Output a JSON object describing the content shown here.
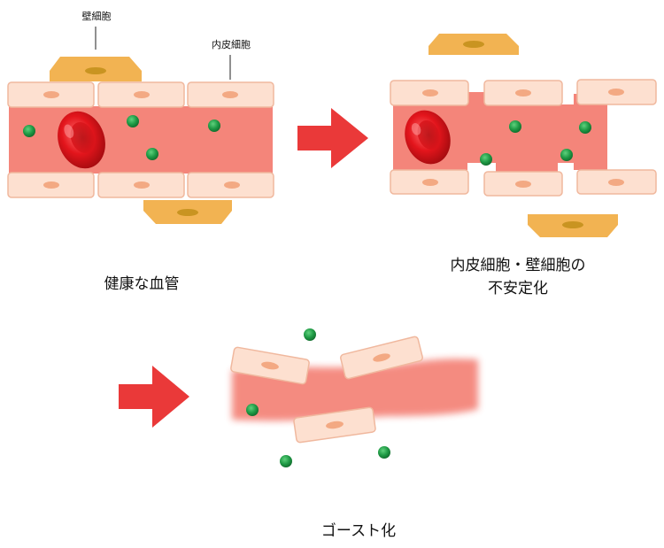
{
  "labels": {
    "pericyte": "壁細胞",
    "endothelial": "内皮細胞"
  },
  "captions": {
    "healthy": "健康な血管",
    "unstable_line1": "内皮細胞・壁細胞の",
    "unstable_line2": "不安定化",
    "ghost": "ゴースト化"
  },
  "colors": {
    "vessel": "#f4857a",
    "endothelial_cell": "#fde0d0",
    "endothelial_nucleus": "#f3a983",
    "pericyte": "#f2b352",
    "pericyte_nucleus": "#c99421",
    "red_blood_cell": "#e3151c",
    "particle": "#1f9a45",
    "arrow": "#ea3939"
  }
}
